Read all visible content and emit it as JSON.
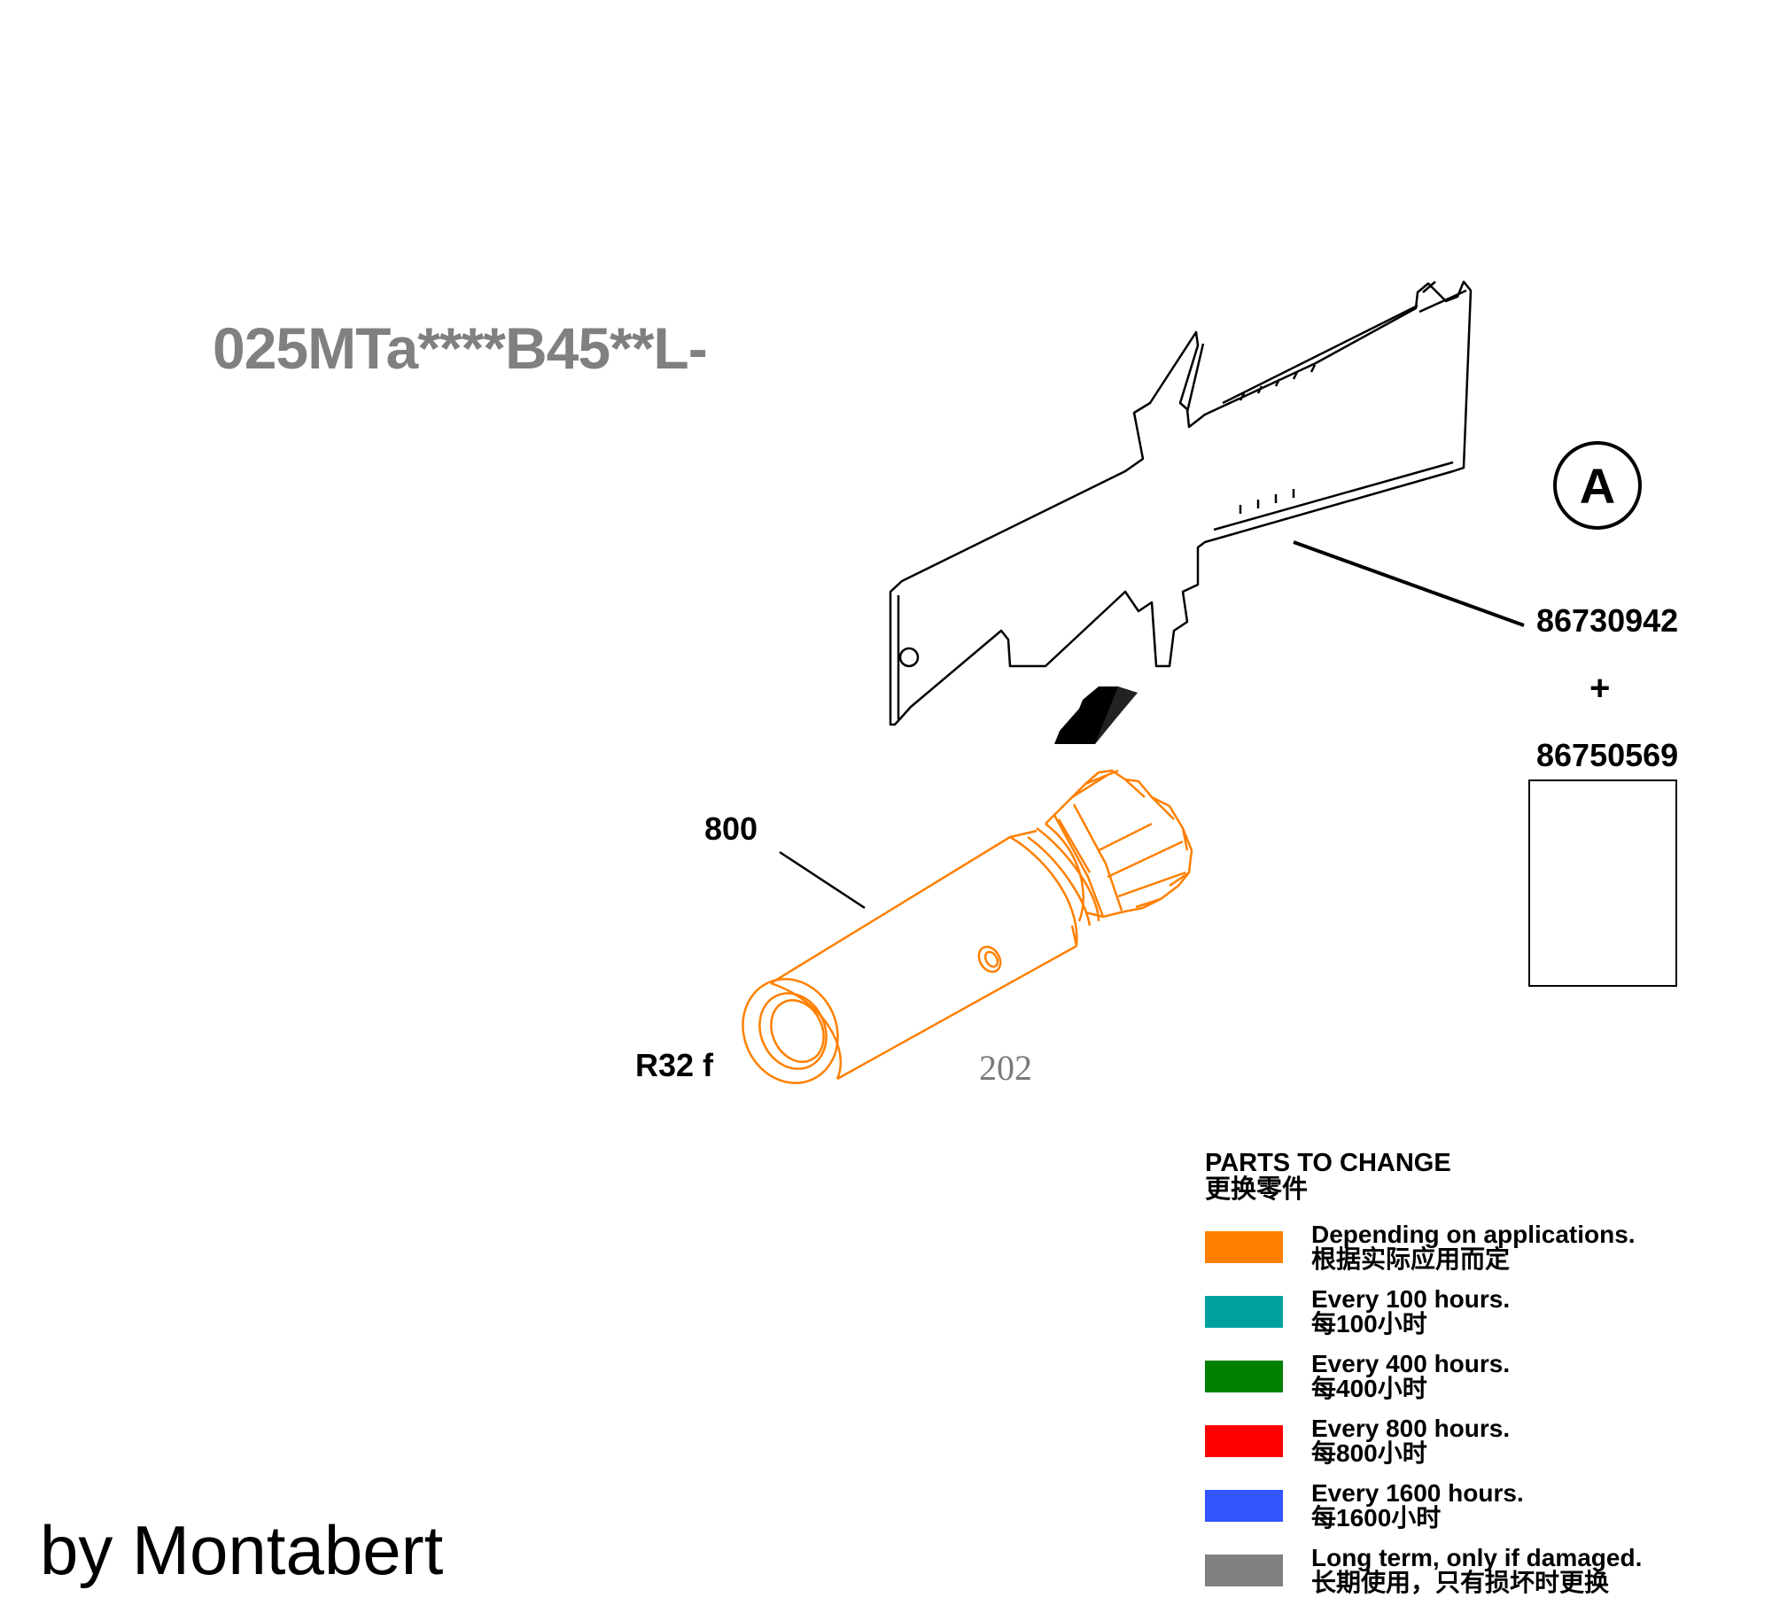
{
  "header": {
    "model_code": "025MTa****B45**L-"
  },
  "callouts": {
    "part_800": "800",
    "size_label": "R32 f",
    "part_a_number": "86730942",
    "plus": "+",
    "part_b_number": "86750569",
    "view_label": "A"
  },
  "page_number": "202",
  "legend": {
    "title_en": "PARTS TO CHANGE",
    "title_zh": "更换零件",
    "items": [
      {
        "color": "#ff8000",
        "en": "Depending on applications.",
        "zh": "根据实际应用而定"
      },
      {
        "color": "#00a0a0",
        "en": "Every 100 hours.",
        "zh": "每100小时"
      },
      {
        "color": "#008000",
        "en": "Every 400 hours.",
        "zh": "每400小时"
      },
      {
        "color": "#ff0000",
        "en": "Every 800 hours.",
        "zh": "每800小时"
      },
      {
        "color": "#3355ff",
        "en": "Every 1600 hours.",
        "zh": "每1600小时"
      },
      {
        "color": "#808080",
        "en": "Long term, only if damaged.",
        "zh": "长期使用，只有损坏时更换"
      }
    ]
  },
  "credit": "by Montabert",
  "icons": {
    "arrow": "down-arrow-icon",
    "view_marker": "circle-letter-icon"
  }
}
